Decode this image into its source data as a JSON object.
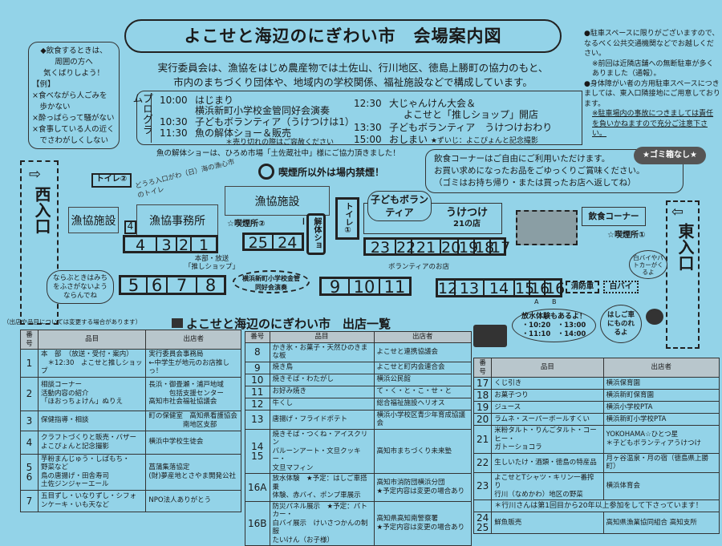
{
  "title": "よこせと海辺のにぎわい市　会場案内図",
  "eating_note": {
    "lines": [
      "◆飲食するときは、",
      "周囲の方へ",
      "気くばりしよう！"
    ],
    "example_label": "【例】",
    "examples": [
      "×食べながら人ごみを",
      "　歩かない",
      "×酔っぱらって騒がない",
      "×食事している人の近く",
      "　でさわがしくしない"
    ]
  },
  "intro": [
    "実行委員会は、漁協をはじめ農産物では土佐山、行川地区、徳島上勝町の協力のもと、",
    "市内のまちづくり団体や、地域内の学校関係、福祉施設などで構成しています。"
  ],
  "program": {
    "label": "プログラム",
    "items": [
      {
        "time": "10:00",
        "text": "はじまり"
      },
      {
        "time": "",
        "text": "横浜新町小学校金管同好会演奏"
      },
      {
        "time": "10:30",
        "text": "子どもボランティア（うけつけは1）"
      },
      {
        "time": "11:30",
        "text": "魚の解体ショー＆販売"
      },
      {
        "time": "",
        "text": "＊売り切れの際はご容赦ください"
      },
      {
        "time": "12:30",
        "text": "大じゃんけん大会＆"
      },
      {
        "time": "",
        "text": "よこせと「推しショップ」開店"
      },
      {
        "time": "13:30",
        "text": "子どもボランティア　うけつけおわり"
      },
      {
        "time": "15:00",
        "text": "おしまい"
      },
      {
        "time": "",
        "text": "★ずいじ：よこぴょんと記念撮影"
      }
    ]
  },
  "parking_notes": [
    "●駐車スペースに限りがございますので、なるべく公共交通機関などでお越しください。",
    "※前回は近隣店舗への無断駐車が多くありました（通報）。",
    "●身体障がい者の方用駐車スペースにつきましては、東入口隣接地にご用意しております。",
    "※駐車場内の事故につきましては責任を負いかねますので充分ご注意下さい。"
  ],
  "map": {
    "fish_show_note": "魚の解体ショーは、ひろめ市場「土佐蔵社中」様にご協力頂きました！",
    "no_smoking": "喫煙所以外は場内禁煙！",
    "west_entrance": "西入口",
    "east_entrance": "東入口",
    "toilet2": "トイレ②",
    "toilet2_note": "どうろ入口がわ（日）海の漁心市のトイレ",
    "toilet1": "トイレ①",
    "fishery_facility_left": "漁協施設",
    "fishery_office": "漁協事務所",
    "fishery_facility_right": "漁協施設",
    "smoking2": "☆喫煙所②",
    "smoking1": "☆喫煙所①",
    "fish_show": "解体ショー",
    "stall_small4": "4",
    "stalls_a": [
      "4",
      "3",
      "2",
      "1"
    ],
    "stalls_b": [
      "25",
      "24"
    ],
    "stalls_c": [
      "23",
      "22",
      "21",
      "20",
      "19",
      "18",
      "17"
    ],
    "stalls_d": [
      "5",
      "6",
      "7",
      "8"
    ],
    "stalls_e": [
      "9",
      "10",
      "11"
    ],
    "stalls_f": [
      "12",
      "13",
      "14",
      "15",
      "16",
      "16"
    ],
    "stall_16_labels": [
      "A",
      "B"
    ],
    "hq_label": "本部・放送",
    "oshi_label": "「推しショップ」",
    "band_label": "横浜新町小学校金管同好会演奏",
    "kids_volunteer": "子どもボランティア",
    "reception": "うけつけ",
    "reception_shop": "21の店",
    "volunteer_shops": "ボランティアのお店",
    "food_corner": "飲食コーナー",
    "food_corner_note": [
      "飲食コーナーはご自由にご利用いただけます。",
      "お買い求めになったお品をごゆっくりご賞味ください。",
      "（ゴミはお持ち帰り・または買ったお店へ返してね）"
    ],
    "no_trash": "★ゴミ箱なし★",
    "fire_truck": "消防車",
    "police_bike": "白バイ",
    "police_bubble": "白バイやパトカーがくるよ",
    "line_bubble": "ならぶときはみちをふさがないようならんでね",
    "water_title": "放水体験もあるよ！",
    "water_times": [
      "・10:20",
      "・13:00",
      "・11:10",
      "・14:00"
    ],
    "ladder_bubble": "はしご車にものれるよ"
  },
  "list": {
    "note": "（出店や品目については変更する場合があります）",
    "title": "よこせと海辺のにぎわい市　出店一覧",
    "headers": [
      "番号",
      "品目",
      "出店者"
    ],
    "tables": [
      [
        {
          "no": "1",
          "item": "本　部　（放送・受付・案内）\n　＊12:30　よこせと推しショップ",
          "vendor": "実行委員会事務局\n←中学生が地元のお店推しっ！"
        },
        {
          "no": "2",
          "item": "相談コーナー\n活動内容の紹介\n「ほおっちょけん」ぬりえ",
          "vendor": "長浜・御畳瀬・浦戸地域\n　　　包括支援センター\n高知市社会福祉協議会"
        },
        {
          "no": "3",
          "item": "保健指導・相談",
          "vendor": "町の保健室　高知県看護協会\n　　　　　南地区支部"
        },
        {
          "no": "4",
          "item": "クラフトづくりと販売・バザー\nよこぴょんと記念撮影",
          "vendor": "横浜中学校生徒会"
        },
        {
          "no": "5\n6",
          "item": "芋粉まんじゅう・しばもち・\n野菜など\n鳥の唐揚げ・田舎寿司\n土佐ジンジャーエール",
          "vendor": "菖蒲集落協定\n(財)夢産地とさやま開発公社"
        },
        {
          "no": "7",
          "item": "五目ずし・いなりずし・シフォンケーキ・いも天など",
          "vendor": "NPO法人ありがとう"
        }
      ],
      [
        {
          "no": "8",
          "item": "かき氷・お菓子・天然ひのきまな板",
          "vendor": "よこせと連携協議会"
        },
        {
          "no": "9",
          "item": "焼き鳥",
          "vendor": "よこせと町内会連合会"
        },
        {
          "no": "10",
          "item": "焼きそば・わたがし",
          "vendor": "横浜公民館"
        },
        {
          "no": "11",
          "item": "お好み焼き",
          "vendor": "て・く・と・こ・せ・と"
        },
        {
          "no": "12",
          "item": "牛くし",
          "vendor": "総合福祉施設ヘリオス"
        },
        {
          "no": "13",
          "item": "唐揚げ・フライドポテト",
          "vendor": "横浜小学校区青少年育成協議会"
        },
        {
          "no": "14\n15",
          "item": "焼きそば・つくね・アイスクリン\nバルーンアート・文旦クッキー・\n文旦マフィン",
          "vendor": "高知市まちづくり未来塾"
        },
        {
          "no": "16A",
          "item": "放水体験　★予定：はしご車搭乗\n体験、赤バイ、ポンプ車展示",
          "vendor": "高知市消防団横浜分団\n★予定内容は変更の場合あり"
        },
        {
          "no": "16B",
          "item": "防災パネル展示　★予定：パトカー・\n白バイ展示　けいさつかんの制服\nたいけん（お子様）",
          "vendor": "高知県高知南警察署\n★予定内容は変更の場合あり"
        }
      ],
      [
        {
          "no": "17",
          "item": "くじ引き",
          "vendor": "横浜保育園"
        },
        {
          "no": "18",
          "item": "お菓子つり",
          "vendor": "横浜新町保育園"
        },
        {
          "no": "19",
          "item": "ジュース",
          "vendor": "横浜小学校PTA"
        },
        {
          "no": "20",
          "item": "ラムネ・スーパーボールすくい",
          "vendor": "横浜新町小学校PTA"
        },
        {
          "no": "21",
          "item": "米粉タルト・りんごタルト・コーヒー・\nガトーショコラ",
          "vendor": "YOKOHAMA☆ひとつ星\n＊子どもボランティアうけつけ"
        },
        {
          "no": "22",
          "item": "生しいたけ・酒類・徳島の特産品",
          "vendor": "月ヶ谷温泉・月の宿（徳島県上勝町）"
        },
        {
          "no": "23",
          "item": "よこせとTシャツ・キリン一番搾り\n行川（なめかわ）地区の野菜",
          "vendor": "横浜体育会"
        },
        {
          "note": "＊行川さんは第1回目から20年以上参加をして下さっています！"
        },
        {
          "no": "24\n25",
          "item": "鮮魚販売",
          "vendor": "高知県漁業協同組合 高知支所"
        }
      ]
    ]
  }
}
